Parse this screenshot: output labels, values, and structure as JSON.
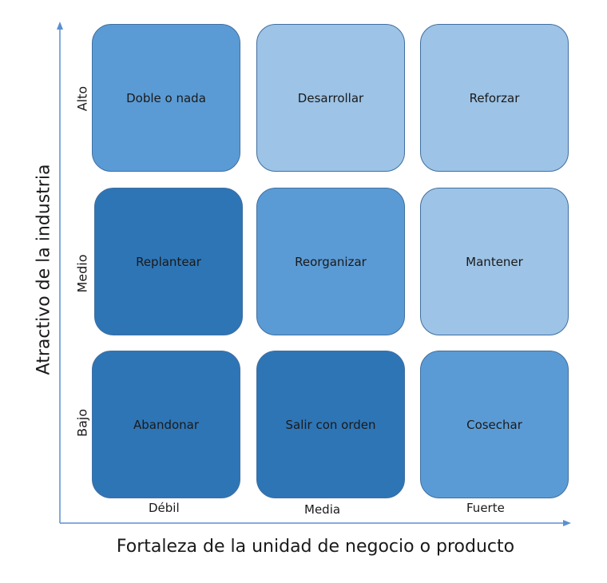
{
  "axes": {
    "x_title": "Fortaleza de la unidad de negocio o producto",
    "y_title": "Atractivo de la industria",
    "columns": [
      "Débil",
      "Media",
      "Fuerte"
    ],
    "rows": [
      "Alto",
      "Medio",
      "Bajo"
    ],
    "axis_color": "#5b8fd0"
  },
  "palette": {
    "light": "#9dc3e6",
    "medium": "#5b9bd5",
    "dark": "#2e75b6"
  },
  "cells": [
    {
      "label": "Doble o nada",
      "shade": "medium"
    },
    {
      "label": "Desarrollar",
      "shade": "light"
    },
    {
      "label": "Reforzar",
      "shade": "light"
    },
    {
      "label": "Replantear",
      "shade": "dark"
    },
    {
      "label": "Reorganizar",
      "shade": "medium"
    },
    {
      "label": "Mantener",
      "shade": "light"
    },
    {
      "label": "Abandonar",
      "shade": "dark"
    },
    {
      "label": "Salir con orden",
      "shade": "dark"
    },
    {
      "label": "Cosechar",
      "shade": "medium"
    }
  ]
}
